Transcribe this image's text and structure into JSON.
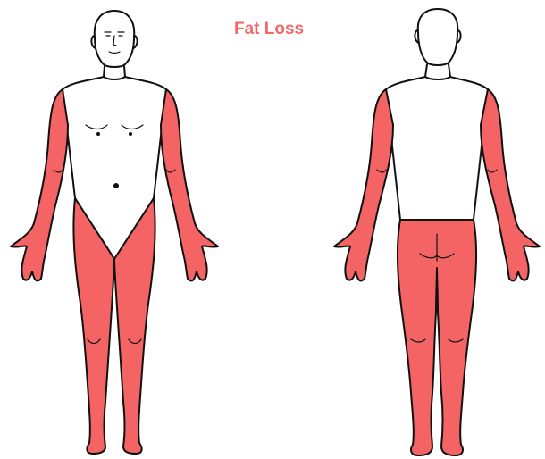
{
  "title": "Fat Loss",
  "colors": {
    "affected": "#f46464",
    "title": "#f06868",
    "outline": "#111111",
    "background": "#ffffff"
  },
  "regions": {
    "front": [
      "arms",
      "legs"
    ],
    "back": [
      "arms",
      "buttocks",
      "legs"
    ]
  }
}
